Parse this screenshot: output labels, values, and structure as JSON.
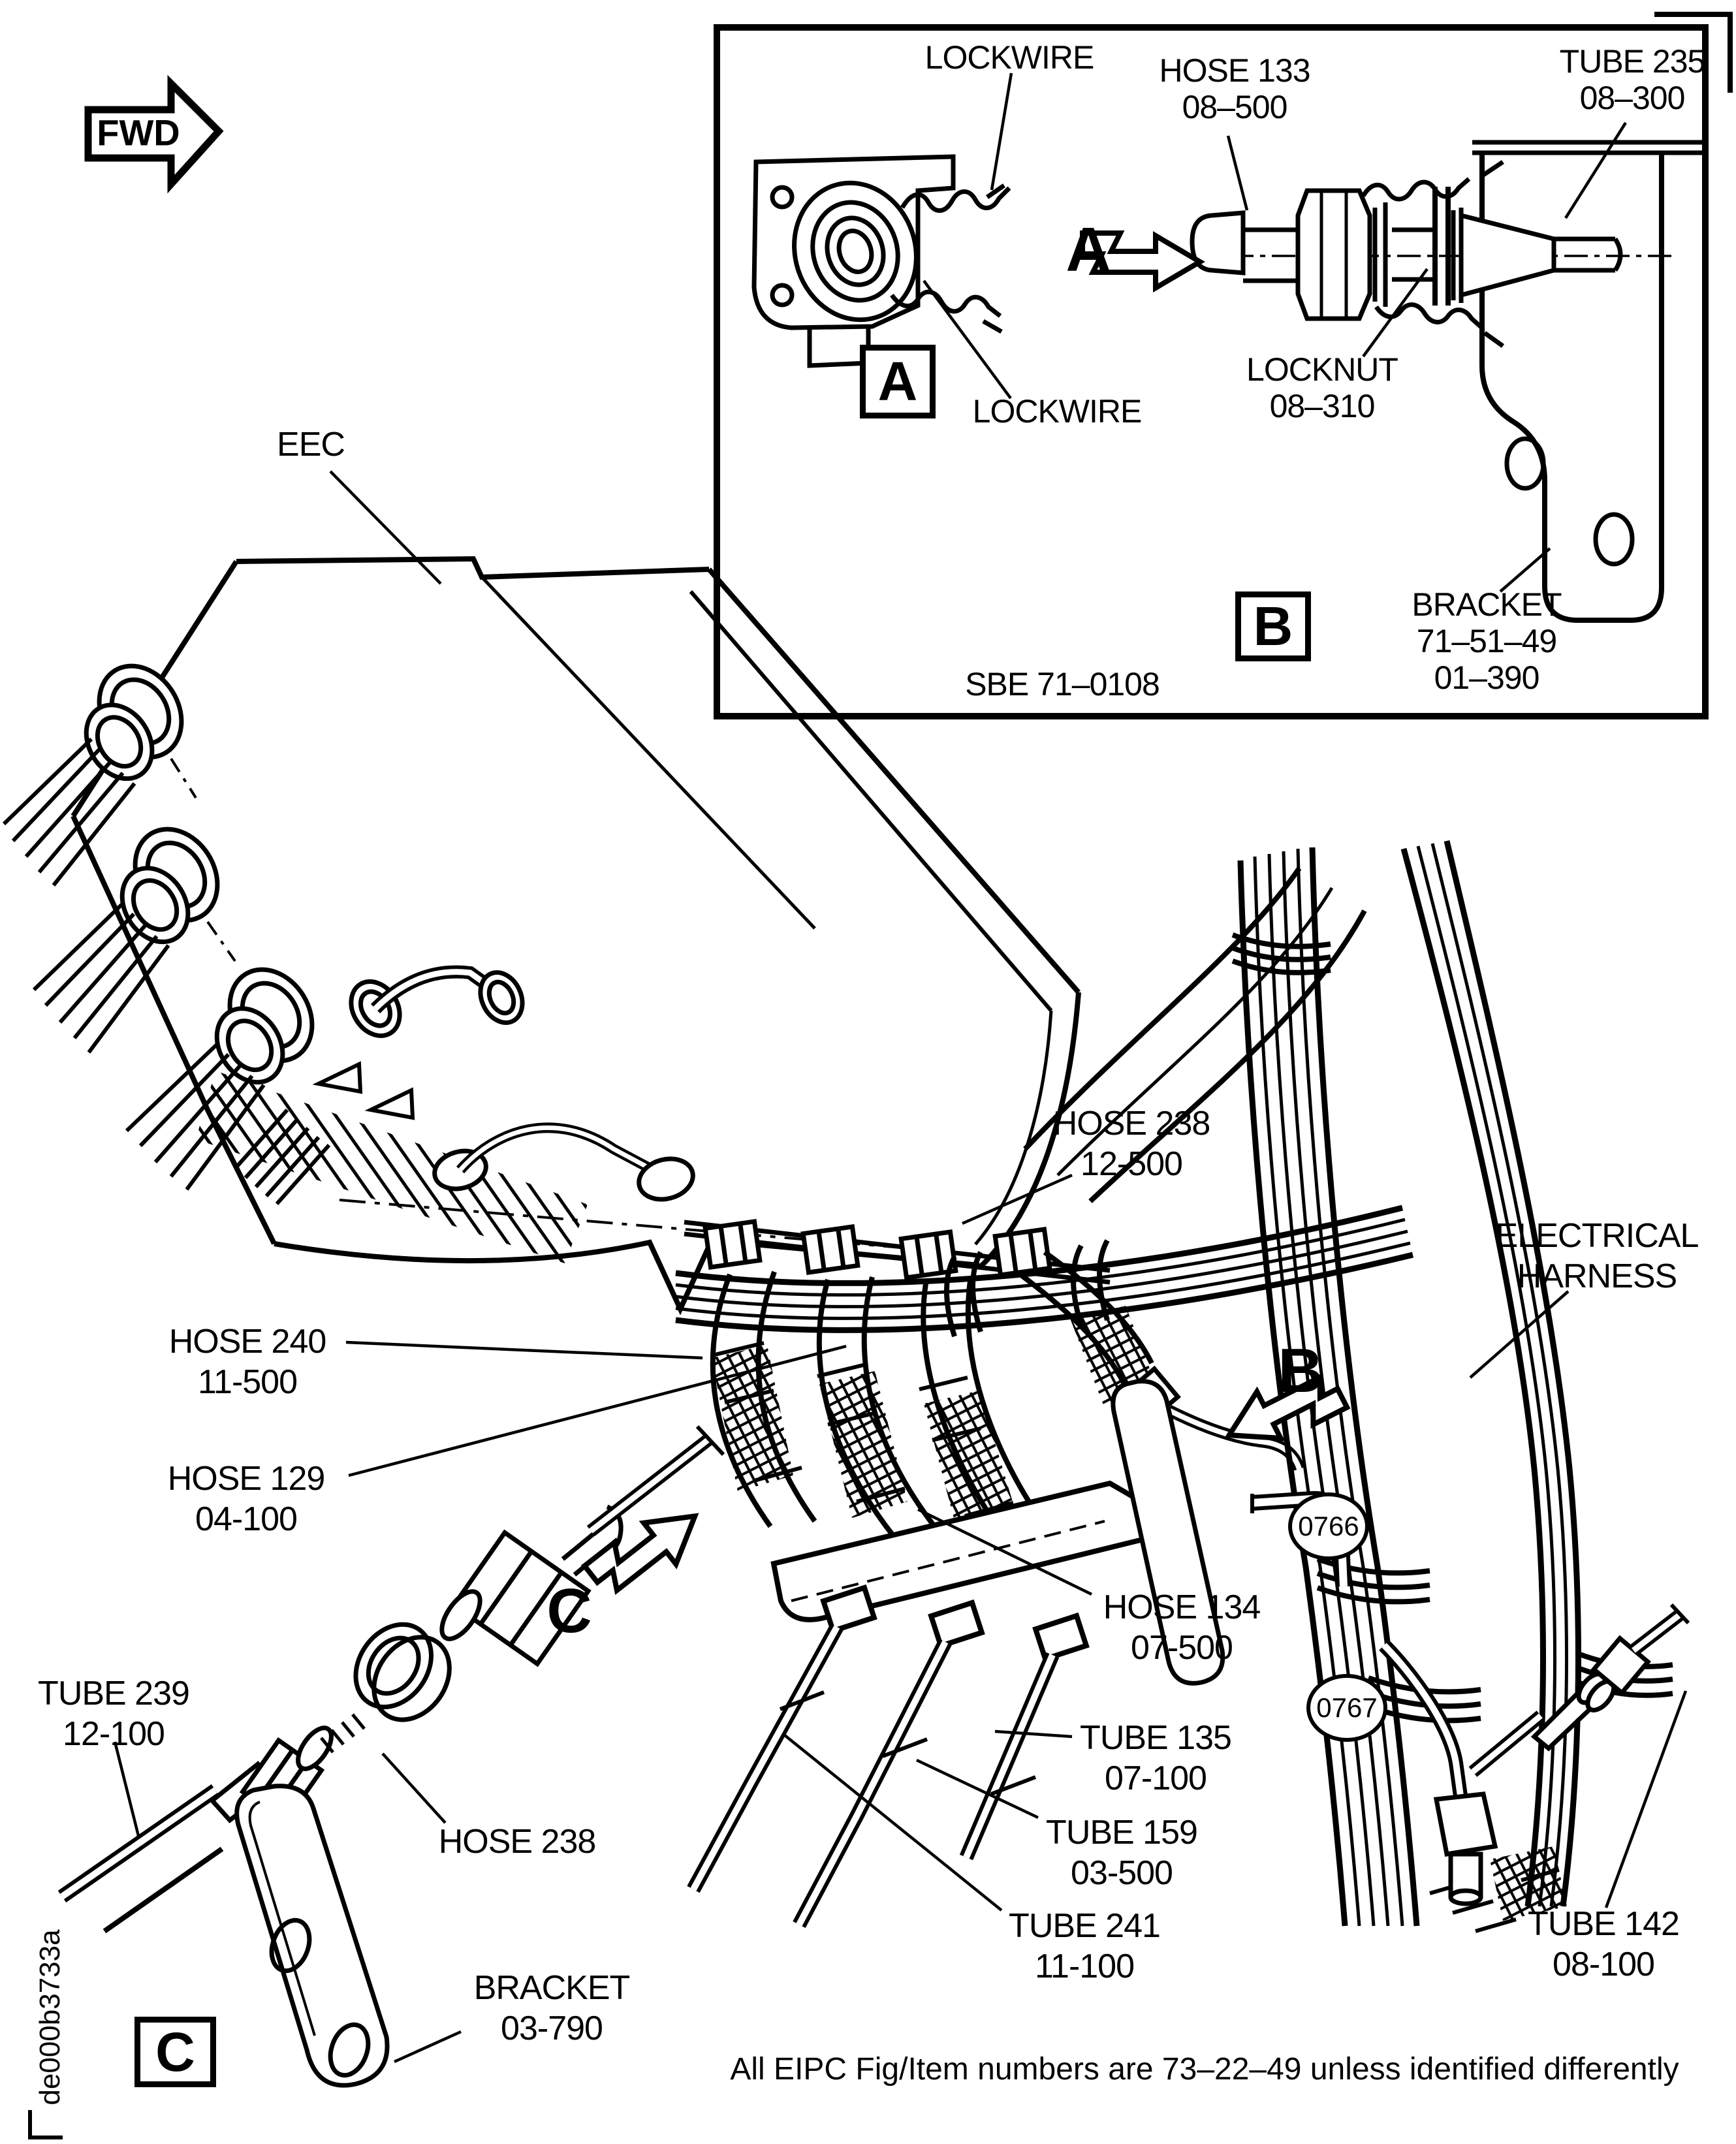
{
  "page": {
    "direction_arrow": "FWD",
    "figure_code": "de000b3733a",
    "footnote": "All EIPC Fig/Item numbers are 73–22–49 unless identified differently"
  },
  "inset": {
    "reference": "SBE 71–0108",
    "view_arrow_a": "A",
    "detail_marker_a": "A",
    "detail_marker_b": "B",
    "labels": {
      "lockwire_top": "LOCKWIRE",
      "lockwire_bottom": "LOCKWIRE",
      "hose_133": {
        "l1": "HOSE 133",
        "l2": "08–500"
      },
      "tube_235": {
        "l1": "TUBE 235",
        "l2": "08–300"
      },
      "locknut": {
        "l1": "LOCKNUT",
        "l2": "08–310"
      },
      "bracket": {
        "l1": "BRACKET",
        "l2": "71–51–49",
        "l3": "01–390"
      }
    }
  },
  "main": {
    "view_arrow_b": "B",
    "view_arrow_c": "C",
    "labels": {
      "eec": "EEC",
      "hose_238_upper": {
        "l1": "HOSE 238",
        "l2": "12-500"
      },
      "electrical_harness": {
        "l1": "ELECTRICAL",
        "l2": "HARNESS"
      },
      "hose_240": {
        "l1": "HOSE 240",
        "l2": "11-500"
      },
      "hose_129": {
        "l1": "HOSE 129",
        "l2": "04-100"
      },
      "hose_134": {
        "l1": "HOSE 134",
        "l2": "07-500"
      },
      "tube_135": {
        "l1": "TUBE 135",
        "l2": "07-100"
      },
      "tube_159": {
        "l1": "TUBE 159",
        "l2": "03-500"
      },
      "tube_241": {
        "l1": "TUBE 241",
        "l2": "11-100"
      },
      "tube_142": {
        "l1": "TUBE 142",
        "l2": "08-100"
      }
    },
    "callouts": {
      "item_0766": "0766",
      "item_0767": "0767"
    }
  },
  "detail_c": {
    "marker": "C",
    "labels": {
      "tube_239": {
        "l1": "TUBE 239",
        "l2": "12-100"
      },
      "hose_238": "HOSE 238",
      "bracket": {
        "l1": "BRACKET",
        "l2": "03-790"
      }
    }
  },
  "colors": {
    "ink": "#000000",
    "paper": "#ffffff"
  }
}
